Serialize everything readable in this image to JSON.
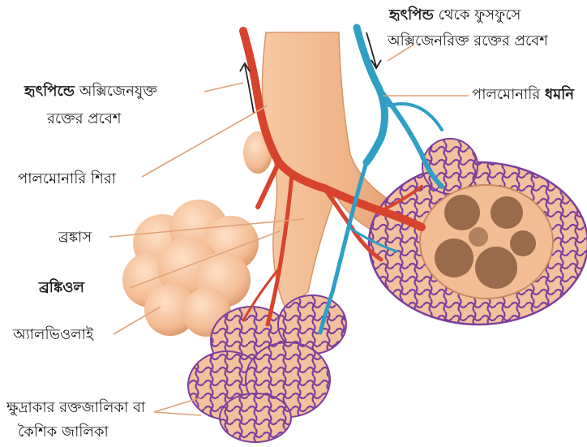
{
  "labels": {
    "heart_to_lung_line1_bold": "হৃৎপিন্ড",
    "heart_to_lung_line1_rest": "থেকে ফুসফুসে",
    "heart_to_lung_line2": "অক্সিজেনরিক্ত রক্তের প্রবেশ",
    "pulmonary_artery_prefix": "পালমোনারি",
    "pulmonary_artery_bold": "ধমনি",
    "oxygenated_to_heart_bold": "হৃৎপিন্ডে",
    "oxygenated_to_heart_rest": "অক্সিজেনযুক্ত",
    "oxygenated_to_heart_line2": "রক্তের প্রবেশ",
    "pulmonary_vein": "পালমোনারি শিরা",
    "bronchus": "ব্রঙ্কাস",
    "bronchiole": "ব্রঙ্কিওল",
    "alveoli": "অ্যালভিওলাই",
    "capillary_line1": "ক্ষুদ্রাকার রক্তজালিকা বা",
    "capillary_line2": "কৈশিক জালিকা"
  },
  "colors": {
    "tissue": "#f2b98c",
    "tissue_shade": "#d9956a",
    "vein_red": "#d8432d",
    "artery_blue": "#2f9fc4",
    "capillary_purple": "#7b3f9e",
    "leader_line": "#e0a27a",
    "alveolus_inner": "#9a6a4c"
  }
}
